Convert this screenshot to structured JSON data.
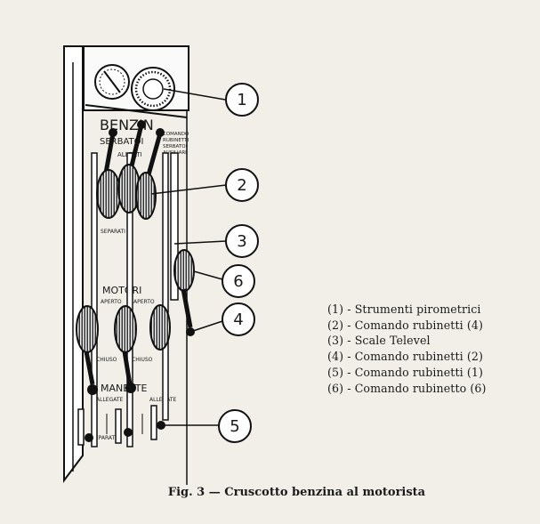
{
  "panel": {
    "top_label": "BENZIN",
    "side_label": "SERBATOI",
    "side_label2": "ALLEATI",
    "aux_label": [
      "COMANDO",
      "RUBINETTI",
      "SERBATOI",
      "AUSILIARI"
    ],
    "separati": "SEPARATI",
    "motori": "MOTORI",
    "aperto": "APERTO",
    "chiuso": "CHIUSO",
    "manette": "MANETTE",
    "allegate": "ALLEGATE"
  },
  "callouts": [
    "1",
    "2",
    "3",
    "6",
    "4",
    "5"
  ],
  "legend": [
    "(1) - Strumenti pirometrici",
    "(2) - Comando rubinetti (4)",
    "(3) - Scale Televel",
    "(4) - Comando rubinetti (2)",
    "(5) - Comando rubinetti (1)",
    "(6) - Comando rubinetto (6)"
  ],
  "caption": "Fig. 3 — Cruscotto benzina al motorista"
}
